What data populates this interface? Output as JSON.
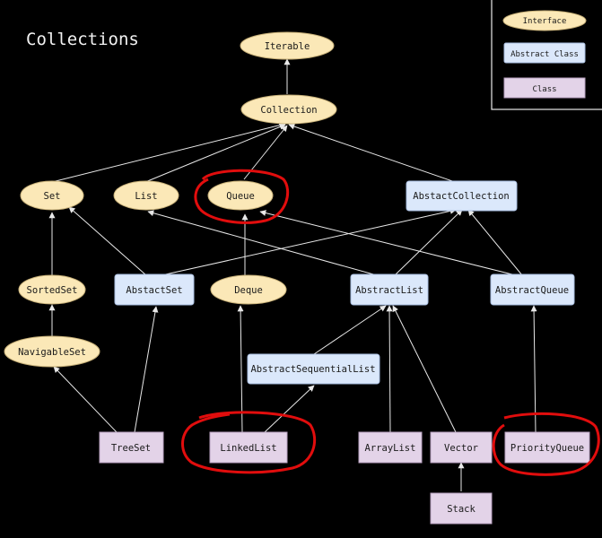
{
  "title": "Collections",
  "legend": {
    "interface": "Interface",
    "abstract_class": "Abstract Class",
    "class": "Class"
  },
  "nodes": {
    "iterable": "Iterable",
    "collection": "Collection",
    "set": "Set",
    "list": "List",
    "queue": "Queue",
    "abstact_collection": "AbstactCollection",
    "sorted_set": "SortedSet",
    "abstact_set": "AbstactSet",
    "deque": "Deque",
    "abstract_list": "AbstractList",
    "abstract_queue": "AbstractQueue",
    "navigable_set": "NavigableSet",
    "abstract_sequential_list": "AbstractSequentialList",
    "tree_set": "TreeSet",
    "linked_list": "LinkedList",
    "array_list": "ArrayList",
    "vector": "Vector",
    "priority_queue": "PriorityQueue",
    "stack": "Stack"
  },
  "colors": {
    "interface_fill": "#fbe8b7",
    "abstract_fill": "#dbe8fb",
    "class_fill": "#e3d3e8",
    "highlight": "#e10d0d"
  }
}
